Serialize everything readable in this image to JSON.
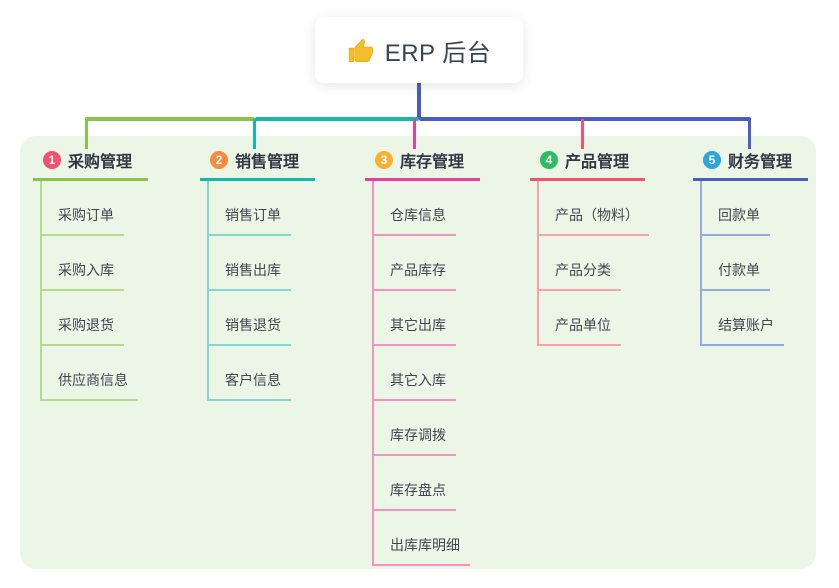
{
  "root": {
    "title": "ERP 后台",
    "icon": "thumbs-up"
  },
  "connector": {
    "stem_color": "#4a5cc5"
  },
  "panel_color": "#ebf6e7",
  "branches": [
    {
      "badge": "1",
      "label": "采购管理",
      "badge_color": "#f5516c",
      "line_color": "#8bc34a",
      "item_line_color": "#b5dc8e",
      "items": [
        "采购订单",
        "采购入库",
        "采购退货",
        "供应商信息"
      ]
    },
    {
      "badge": "2",
      "label": "销售管理",
      "badge_color": "#fb8a3e",
      "line_color": "#14b8ad",
      "item_line_color": "#84d7d0",
      "items": [
        "销售订单",
        "销售出库",
        "销售退货",
        "客户信息"
      ]
    },
    {
      "badge": "3",
      "label": "库存管理",
      "badge_color": "#fbb034",
      "line_color": "#e83e9c",
      "item_line_color": "#f690c5",
      "items": [
        "仓库信息",
        "产品库存",
        "其它出库",
        "其它入库",
        "库存调拨",
        "库存盘点",
        "出库库明细"
      ]
    },
    {
      "badge": "4",
      "label": "产品管理",
      "badge_color": "#2dbd5f",
      "line_color": "#f4526e",
      "item_line_color": "#f9a0a8",
      "items": [
        "产品（物料）",
        "产品分类",
        "产品单位"
      ]
    },
    {
      "badge": "5",
      "label": "财务管理",
      "badge_color": "#2ba6dd",
      "line_color": "#4a5cc5",
      "item_line_color": "#94a9e2",
      "items": [
        "回款单",
        "付款单",
        "结算账户"
      ]
    }
  ]
}
